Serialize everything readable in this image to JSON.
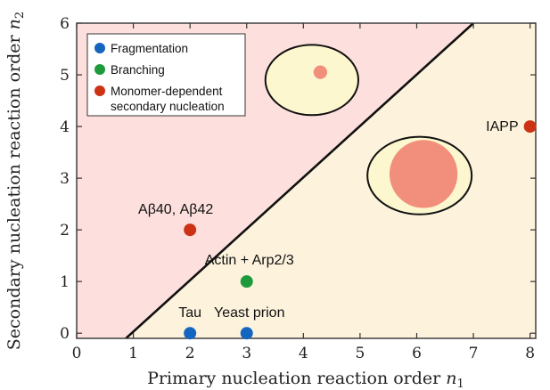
{
  "chart_data": {
    "type": "scatter",
    "xlabel": "Primary nucleation reaction order",
    "xlabel_symbol": "n",
    "xlabel_subscript": "1",
    "ylabel": "Secondary nucleation reaction order",
    "ylabel_symbol": "n",
    "ylabel_subscript": "2",
    "xlim": [
      0,
      8.1
    ],
    "ylim": [
      -0.1,
      6
    ],
    "xticks": [
      0,
      1,
      2,
      3,
      4,
      5,
      6,
      7,
      8
    ],
    "yticks": [
      0,
      1,
      2,
      3,
      4,
      5,
      6
    ],
    "grid": false,
    "regions": {
      "upper_fill": "#fde0de",
      "lower_fill": "#fdf3dd",
      "boundary": [
        [
          0.87,
          -0.1
        ],
        [
          7.0,
          6.0
        ]
      ],
      "boundary_color": "#111111"
    },
    "legend": {
      "placement": "top-left",
      "entries": [
        {
          "label": "Fragmentation",
          "color": "#1565c0"
        },
        {
          "label": "Branching",
          "color": "#1e9a3c"
        },
        {
          "label": "Monomer-dependent",
          "label2": "secondary nucleation",
          "color": "#cc3314"
        }
      ]
    },
    "points": [
      {
        "label": "Tau",
        "x": 2,
        "y": 0,
        "category": "Fragmentation"
      },
      {
        "label": "Yeast prion",
        "x": 3,
        "y": 0,
        "category": "Fragmentation"
      },
      {
        "label": "Actin + Arp2/3",
        "x": 3,
        "y": 1,
        "category": "Branching"
      },
      {
        "label": "Aβ40, Aβ42",
        "x": 2,
        "y": 2,
        "category": "Monomer-dependent secondary nucleation"
      },
      {
        "label": "IAPP",
        "x": 8,
        "y": 4,
        "category": "Monomer-dependent secondary nucleation"
      }
    ],
    "insets": [
      {
        "cx": 4.15,
        "cy": 4.9,
        "rx": 0.82,
        "ry": 0.68,
        "fill": "#fdf7cf",
        "inner_cx": 4.3,
        "inner_cy": 5.05,
        "inner_r": 0.12,
        "inner_fill": "#f28f7c"
      },
      {
        "cx": 6.05,
        "cy": 3.05,
        "rx": 0.92,
        "ry": 0.75,
        "fill": "#fdf7cf",
        "inner_cx": 6.12,
        "inner_cy": 3.08,
        "inner_r": 0.6,
        "inner_fill": "#f28f7c"
      }
    ]
  }
}
